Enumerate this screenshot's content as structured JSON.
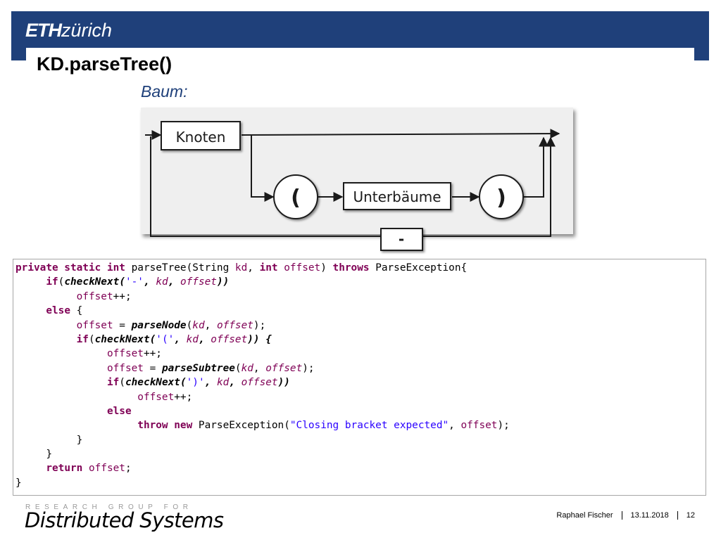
{
  "header": {
    "logo_eth": "ETH",
    "logo_zurich": "zürich",
    "bg_color": "#1f407a"
  },
  "slide": {
    "title": "KD.parseTree()",
    "diagram_caption": "Baum:"
  },
  "diagram": {
    "node_label": "Knoten",
    "open_paren": "(",
    "subtrees_label": "Unterbäume",
    "close_paren": ")",
    "dash_label": "-"
  },
  "code_lines": [
    [
      {
        "t": "private static int",
        "c": "kw"
      },
      {
        "t": " parseTree(String "
      },
      {
        "t": "kd",
        "c": "var"
      },
      {
        "t": ", "
      },
      {
        "t": "int",
        "c": "kw"
      },
      {
        "t": " "
      },
      {
        "t": "offset",
        "c": "var"
      },
      {
        "t": ") "
      },
      {
        "t": "throws",
        "c": "kw"
      },
      {
        "t": " ParseException{"
      }
    ],
    [
      {
        "t": "     "
      },
      {
        "t": "if",
        "c": "kw"
      },
      {
        "t": "("
      },
      {
        "t": "checkNext",
        "c": "mth"
      },
      {
        "t": "(",
        "c": "mth"
      },
      {
        "t": "'-'",
        "c": "str"
      },
      {
        "t": ", ",
        "c": "mth"
      },
      {
        "t": "kd",
        "c": "itv"
      },
      {
        "t": ", ",
        "c": "mth"
      },
      {
        "t": "offset",
        "c": "itv"
      },
      {
        "t": "))",
        "c": "mth"
      }
    ],
    [
      {
        "t": "          "
      },
      {
        "t": "offset",
        "c": "var"
      },
      {
        "t": "++;"
      }
    ],
    [
      {
        "t": "     "
      },
      {
        "t": "else",
        "c": "kw"
      },
      {
        "t": " {"
      }
    ],
    [
      {
        "t": "          "
      },
      {
        "t": "offset",
        "c": "var"
      },
      {
        "t": " = "
      },
      {
        "t": "parseNode",
        "c": "mth"
      },
      {
        "t": "("
      },
      {
        "t": "kd",
        "c": "itv"
      },
      {
        "t": ", "
      },
      {
        "t": "offset",
        "c": "itv"
      },
      {
        "t": ");"
      }
    ],
    [
      {
        "t": "          "
      },
      {
        "t": "if",
        "c": "kw"
      },
      {
        "t": "("
      },
      {
        "t": "checkNext",
        "c": "mth"
      },
      {
        "t": "(",
        "c": "mth"
      },
      {
        "t": "'('",
        "c": "str"
      },
      {
        "t": ", ",
        "c": "mth"
      },
      {
        "t": "kd",
        "c": "itv"
      },
      {
        "t": ", ",
        "c": "mth"
      },
      {
        "t": "offset",
        "c": "itv"
      },
      {
        "t": ")) {",
        "c": "mth"
      }
    ],
    [
      {
        "t": "               "
      },
      {
        "t": "offset",
        "c": "var"
      },
      {
        "t": "++;"
      }
    ],
    [
      {
        "t": "               "
      },
      {
        "t": "offset",
        "c": "var"
      },
      {
        "t": " = "
      },
      {
        "t": "parseSubtree",
        "c": "mth"
      },
      {
        "t": "("
      },
      {
        "t": "kd",
        "c": "itv"
      },
      {
        "t": ", "
      },
      {
        "t": "offset",
        "c": "itv"
      },
      {
        "t": ");"
      }
    ],
    [
      {
        "t": "               "
      },
      {
        "t": "if",
        "c": "kw"
      },
      {
        "t": "("
      },
      {
        "t": "checkNext",
        "c": "mth"
      },
      {
        "t": "(",
        "c": "mth"
      },
      {
        "t": "')'",
        "c": "str"
      },
      {
        "t": ", ",
        "c": "mth"
      },
      {
        "t": "kd",
        "c": "itv"
      },
      {
        "t": ", ",
        "c": "mth"
      },
      {
        "t": "offset",
        "c": "itv"
      },
      {
        "t": "))",
        "c": "mth"
      }
    ],
    [
      {
        "t": "                    "
      },
      {
        "t": "offset",
        "c": "var"
      },
      {
        "t": "++;"
      }
    ],
    [
      {
        "t": "               "
      },
      {
        "t": "else",
        "c": "kw"
      }
    ],
    [
      {
        "t": "                    "
      },
      {
        "t": "throw new",
        "c": "kw"
      },
      {
        "t": " ParseException("
      },
      {
        "t": "\"Closing bracket expected\"",
        "c": "str"
      },
      {
        "t": ", "
      },
      {
        "t": "offset",
        "c": "var"
      },
      {
        "t": ");"
      }
    ],
    [
      {
        "t": "          }"
      }
    ],
    [
      {
        "t": "     }"
      }
    ],
    [
      {
        "t": "     "
      },
      {
        "t": "return",
        "c": "kw"
      },
      {
        "t": " "
      },
      {
        "t": "offset",
        "c": "var"
      },
      {
        "t": ";"
      }
    ],
    [
      {
        "t": "}"
      }
    ]
  ],
  "footer": {
    "group_label": "RESEARCH GROUP FOR",
    "group_name": "Distributed Systems",
    "author": "Raphael Fischer",
    "date": "13.11.2018",
    "page_number": "12"
  }
}
